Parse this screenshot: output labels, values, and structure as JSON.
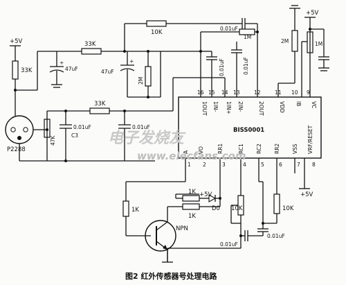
{
  "caption": "图2 红外传感器号处理电路",
  "watermark": {
    "cn": "电子发烧友",
    "url": "www.elecfans.com"
  },
  "ic": {
    "name": "BISS0001",
    "top_pins": [
      {
        "num": "16",
        "name": "1OUT"
      },
      {
        "num": "15",
        "name": "1IN-"
      },
      {
        "num": "14",
        "name": "1IN+"
      },
      {
        "num": "13",
        "name": "2IN-"
      },
      {
        "num": "12",
        "name": "2OUT"
      },
      {
        "num": "11",
        "name": "VDD"
      },
      {
        "num": "10",
        "name": "IB"
      },
      {
        "num": "9",
        "name": "VC"
      }
    ],
    "bottom_pins": [
      {
        "num": "1",
        "name": "A"
      },
      {
        "num": "2",
        "name": "VO"
      },
      {
        "num": "3",
        "name": "RR1"
      },
      {
        "num": "4",
        "name": "RC1"
      },
      {
        "num": "5",
        "name": "RC2"
      },
      {
        "num": "6",
        "name": "RR2"
      },
      {
        "num": "7",
        "name": "VSS"
      },
      {
        "num": "8",
        "name": "VRF/RESET"
      }
    ]
  },
  "power": {
    "vcc_left": "+5V",
    "vcc_right": "+5V",
    "vcc_mid": "+5V",
    "vcc_bottom": "+5V"
  },
  "components": {
    "r_33k_left": "33K",
    "r_33k_top": "33K",
    "r_10k_top": "10K",
    "r_1m_top": "1M",
    "r_2m_mid": "2M",
    "r_2m_right": "2M",
    "r_1m_right": "1M",
    "r_33k_mid": "33K",
    "r_47k": "47K",
    "r_1k_left": "1K",
    "r_1k_a": "1K",
    "r_1k_b": "1K",
    "r_10k_b1": "10K",
    "r_10k_b2": "10K",
    "c_47u_left": "47uF",
    "c_47u_mid": "47uF",
    "c_001_top": "0.01uF",
    "c_001_p15": "0.01uF",
    "c_001_p13": "0.01uF",
    "c_001_c3": "0.01uF",
    "c_001_c2": "0.01uF",
    "c3_label": "C3",
    "c_001_bot1": "0.01uF",
    "c_001_bot2": "0.01uF",
    "sensor": "P2288",
    "transistor": "NPN",
    "diode": "D0",
    "plus": "+"
  }
}
